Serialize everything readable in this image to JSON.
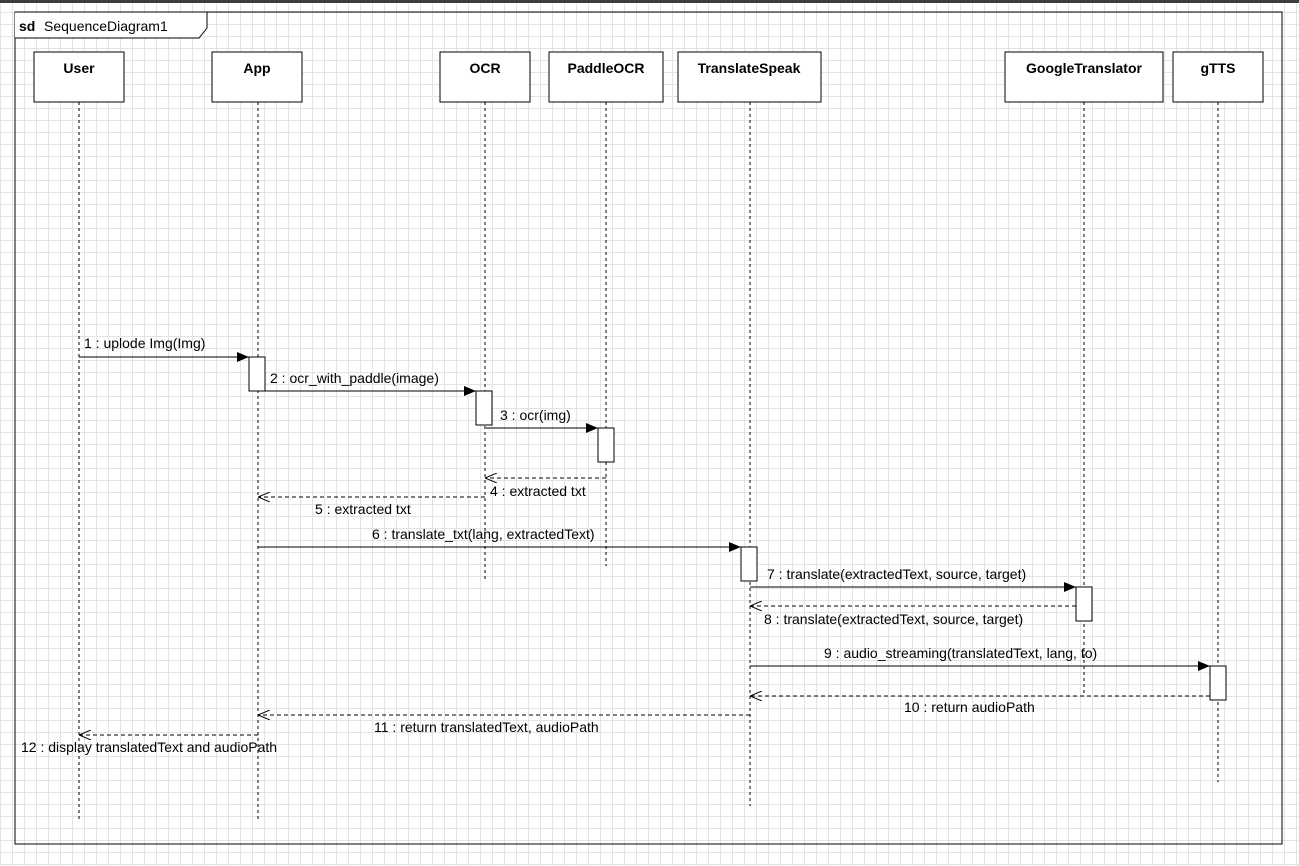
{
  "frame": {
    "keyword": "sd",
    "name": "SequenceDiagram1"
  },
  "lifelines": [
    {
      "id": "user",
      "label": "User"
    },
    {
      "id": "app",
      "label": "App"
    },
    {
      "id": "ocr",
      "label": "OCR"
    },
    {
      "id": "paddle",
      "label": "PaddleOCR"
    },
    {
      "id": "ts",
      "label": "TranslateSpeak"
    },
    {
      "id": "gt",
      "label": "GoogleTranslator"
    },
    {
      "id": "gtts",
      "label": "gTTS"
    }
  ],
  "messages": [
    {
      "num": 1,
      "text": "1 : uplode Img(Img)",
      "from": "user",
      "to": "app",
      "kind": "sync"
    },
    {
      "num": 2,
      "text": "2 : ocr_with_paddle(image)",
      "from": "app",
      "to": "ocr",
      "kind": "sync"
    },
    {
      "num": 3,
      "text": "3 : ocr(img)",
      "from": "ocr",
      "to": "paddle",
      "kind": "sync"
    },
    {
      "num": 4,
      "text": "4 : extracted txt",
      "from": "paddle",
      "to": "ocr",
      "kind": "return"
    },
    {
      "num": 5,
      "text": "5 : extracted txt",
      "from": "ocr",
      "to": "app",
      "kind": "return"
    },
    {
      "num": 6,
      "text": "6 : translate_txt(lang, extractedText)",
      "from": "app",
      "to": "ts",
      "kind": "sync"
    },
    {
      "num": 7,
      "text": "7 : translate(extractedText, source, target)",
      "from": "ts",
      "to": "gt",
      "kind": "sync"
    },
    {
      "num": 8,
      "text": "8 : translate(extractedText, source, target)",
      "from": "gt",
      "to": "ts",
      "kind": "return"
    },
    {
      "num": 9,
      "text": "9 : audio_streaming(translatedText, lang, to)",
      "from": "ts",
      "to": "gtts",
      "kind": "sync"
    },
    {
      "num": 10,
      "text": "10 : return audioPath",
      "from": "gtts",
      "to": "ts",
      "kind": "return"
    },
    {
      "num": 11,
      "text": "11 : return translatedText, audioPath",
      "from": "ts",
      "to": "app",
      "kind": "return"
    },
    {
      "num": 12,
      "text": "12 : display translatedText and audioPath",
      "from": "app",
      "to": "user",
      "kind": "return"
    }
  ]
}
